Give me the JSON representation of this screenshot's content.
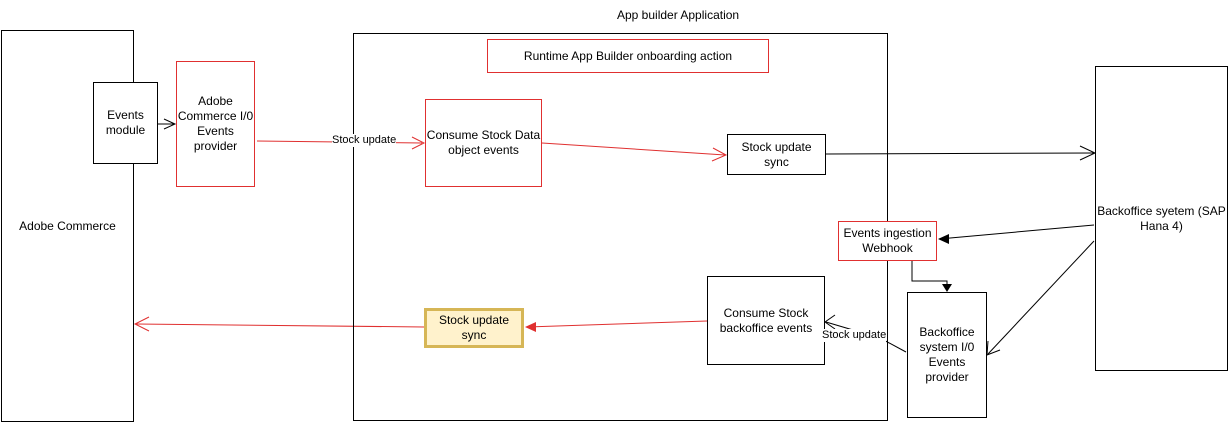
{
  "title": "App builder Application",
  "nodes": {
    "adobe_commerce": "Adobe Commerce",
    "events_module": "Events module",
    "commerce_io_provider": "Adobe Commerce I/0 Events provider",
    "onboarding_action": "Runtime App Builder onboarding action",
    "consume_stock_data": "Consume Stock Data object events",
    "stock_sync_top": "Stock update sync",
    "ingestion_webhook": "Events ingestion Webhook",
    "consume_backoffice": "Consume Stock backoffice events",
    "stock_sync_bottom": "Stock update sync",
    "backoffice_io_provider": "Backoffice system I/0 Events provider",
    "backoffice_system": "Backoffice syetem (SAP Hana 4)"
  },
  "edge_labels": {
    "stock_update_top": "Stock update",
    "stock_update_bottom": "Stock update"
  },
  "colors": {
    "red": "#e03030",
    "black": "#000000",
    "gold_border": "#d6b656",
    "gold_fill": "#fff2cc"
  }
}
